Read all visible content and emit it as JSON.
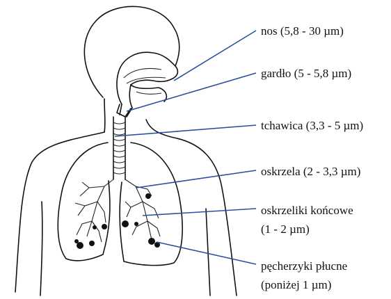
{
  "labels": {
    "nose": "nos (5,8 - 30 µm)",
    "throat": "gardło (5 - 5,8 µm)",
    "trachea": "tchawica (3,3 - 5 µm)",
    "bronchi": "oskrzela (2 - 3,3 µm)",
    "bronchioles_line1": "oskrzeliki końcowe",
    "bronchioles_line2": "(1 - 2 µm)",
    "alveoli_line1": "pęcherzyki płucne",
    "alveoli_line2": "(poniżej 1 µm)"
  },
  "colors": {
    "leader_line": "#2a4f9c",
    "outline": "#111111",
    "background": "#ffffff"
  }
}
